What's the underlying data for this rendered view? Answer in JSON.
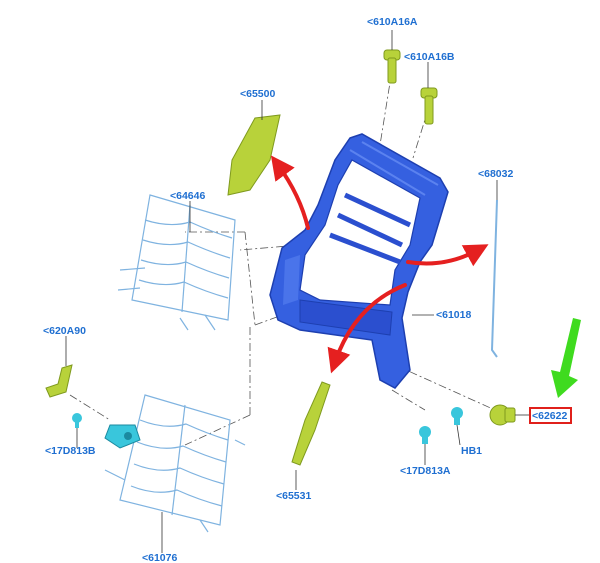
{
  "labels": {
    "p610A16A": "<610A16A",
    "p610A16B": "<610A16B",
    "p65500": "<65500",
    "p64646": "<64646",
    "p68032": "<68032",
    "p61018": "<61018",
    "p620A90": "<620A90",
    "p17D813B": "<17D813B",
    "p65531": "<65531",
    "p17D813A": "<17D813A",
    "pHB1": "HB1",
    "p62622": "<62622",
    "p61076": "<61076"
  },
  "highlight": {
    "part": "<62622",
    "box_color": "#e0201b",
    "arrow_color": "#3fdb1f"
  },
  "colors": {
    "label": "#1f6fd1",
    "frame": "#3560e0",
    "frame_dark": "#1d3fb0",
    "trim": "#b8d23a",
    "trim_dark": "#7f9a1e",
    "wire": "#7fb3e0",
    "clip": "#39c6dc",
    "arrow": "#e52020",
    "leader": "#333333"
  }
}
